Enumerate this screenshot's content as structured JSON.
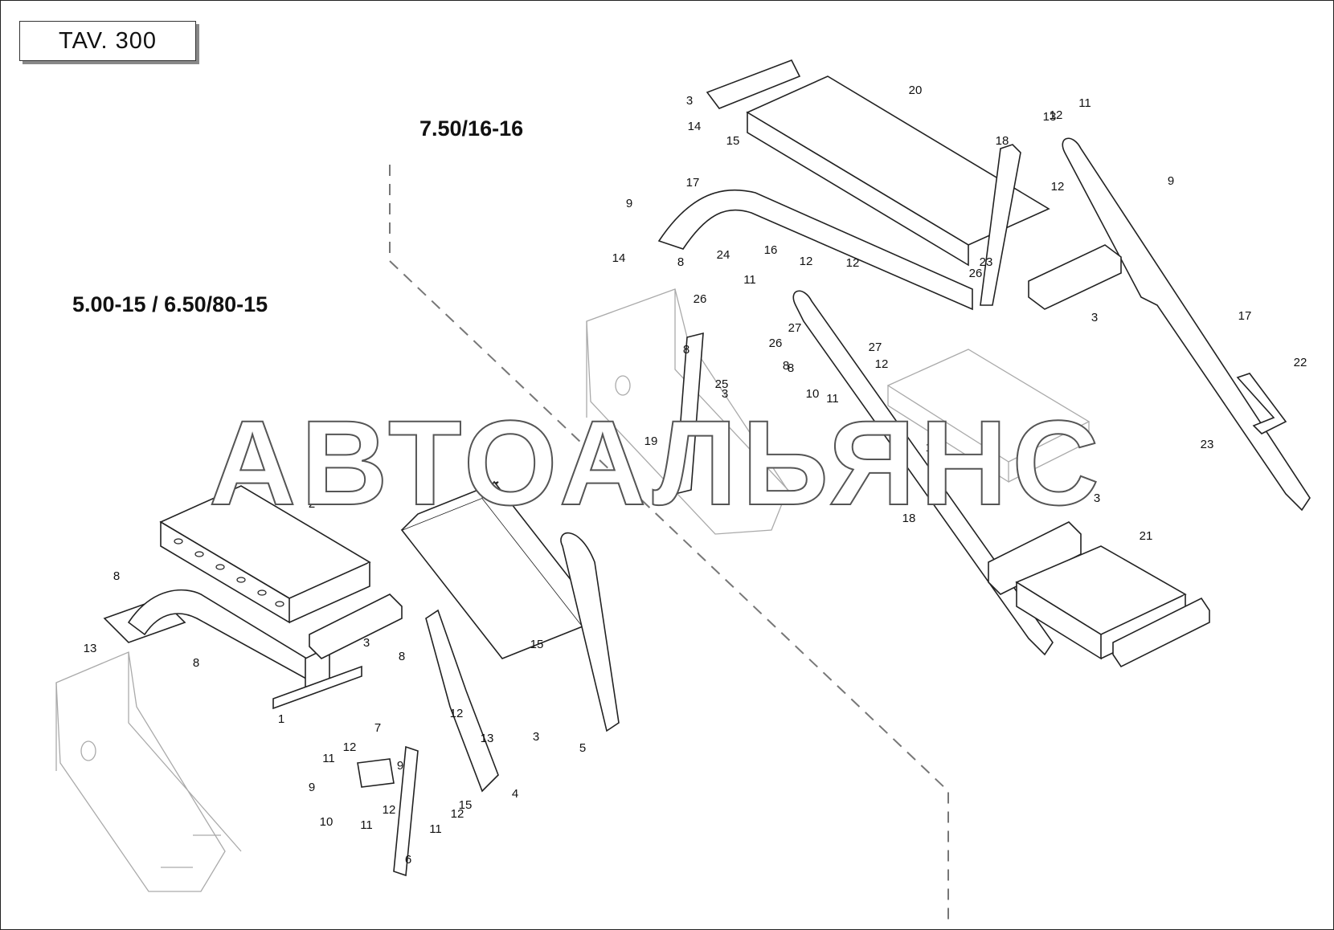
{
  "header": {
    "table_label": "TAV. 300"
  },
  "variants": {
    "left": "5.00-15  /  6.50/80-15",
    "right": "7.50/16-16"
  },
  "watermark": {
    "text": "АВТОАЛЬЯНС"
  },
  "callouts": [
    "1",
    "2",
    "2",
    "3",
    "3",
    "3",
    "3",
    "3",
    "3",
    "4",
    "5",
    "6",
    "7",
    "8",
    "8",
    "8",
    "8",
    "8",
    "8",
    "8",
    "8",
    "9",
    "9",
    "9",
    "9",
    "10",
    "10",
    "11",
    "11",
    "11",
    "11",
    "11",
    "11",
    "12",
    "12",
    "12",
    "12",
    "12",
    "12",
    "12",
    "12",
    "12",
    "13",
    "13",
    "13",
    "14",
    "14",
    "15",
    "15",
    "15",
    "15",
    "16",
    "17",
    "17",
    "18",
    "18",
    "19",
    "20",
    "21",
    "22",
    "23",
    "23",
    "24",
    "25",
    "26",
    "26",
    "26",
    "27",
    "27"
  ]
}
